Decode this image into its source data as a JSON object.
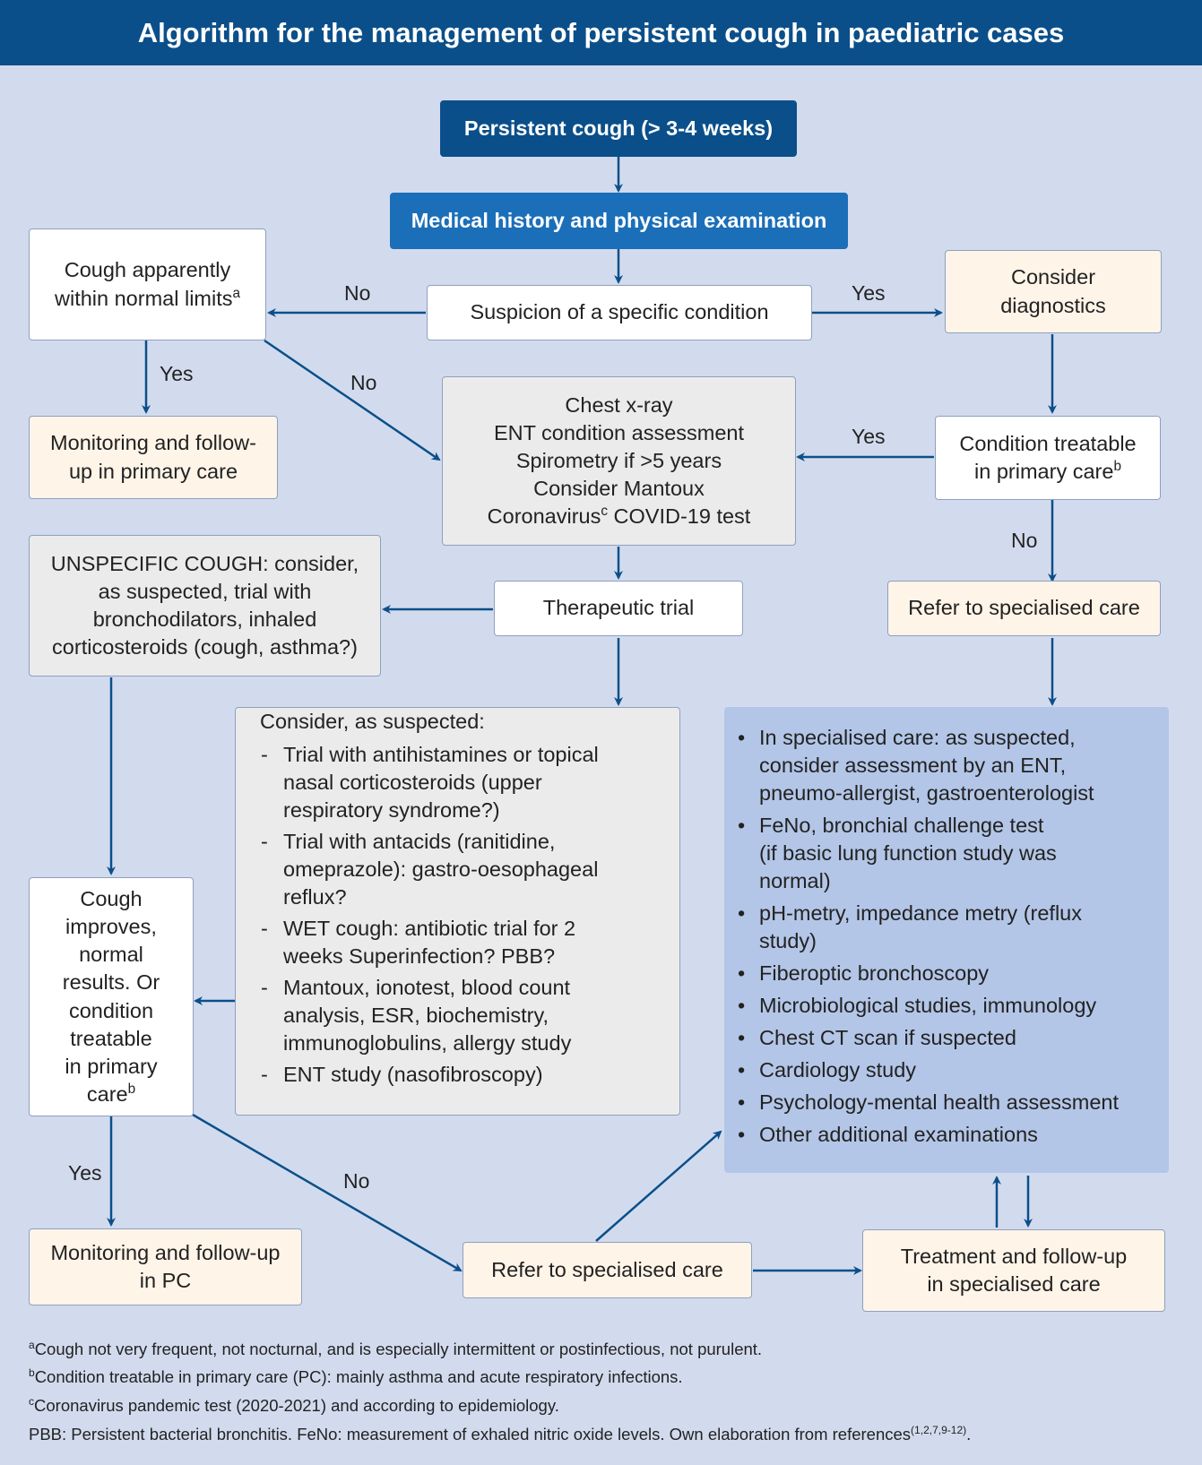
{
  "title": "Algorithm for the management of persistent cough in paediatric cases",
  "nodes": {
    "start": "Persistent cough (> 3-4 weeks)",
    "history": "Medical history and physical examination",
    "suspicion": "Suspicion of a specific condition",
    "normal_line1": "Cough apparently",
    "normal_line2": "within normal limits",
    "normal_sup": "a",
    "consider_diag_line1": "Consider",
    "consider_diag_line2": "diagnostics",
    "monitor_primary_line1": "Monitoring and follow-",
    "monitor_primary_line2": "up in primary care",
    "tests": [
      "Chest x-ray",
      "ENT condition assessment",
      "Spirometry if >5 years",
      "Consider Mantoux"
    ],
    "tests_covid_pre": "Coronavirus",
    "tests_covid_sup": "c",
    "tests_covid_post": " COVID-19 test",
    "treatable_line1": "Condition treatable",
    "treatable_line2": "in primary care",
    "treatable_sup": "b",
    "refer_top": "Refer to specialised care",
    "therapeutic": "Therapeutic trial",
    "unspecific_lines": [
      "UNSPECIFIC COUGH: consider,",
      "as suspected, trial with",
      "bronchodilators, inhaled",
      "corticosteroids (cough, asthma?)"
    ],
    "improves_lines": [
      "Cough",
      "improves,",
      "normal",
      "results. Or",
      "condition",
      "treatable",
      "in primary"
    ],
    "improves_last": "care",
    "improves_sup": "b",
    "monitor_pc_line1": "Monitoring and follow-up",
    "monitor_pc_line2": "in PC",
    "refer_bottom": "Refer to specialised care",
    "treatment_line1": "Treatment and follow-up",
    "treatment_line2": "in specialised care"
  },
  "consider_box": {
    "intro": "Consider, as suspected:",
    "items": [
      [
        "Trial with antihistamines or topical",
        "nasal corticosteroids (upper",
        "respiratory syndrome?)"
      ],
      [
        "Trial with antacids (ranitidine,",
        "omeprazole): gastro-oesophageal",
        "reflux?"
      ],
      [
        "WET cough: antibiotic trial for 2",
        "weeks Superinfection? PBB?"
      ],
      [
        "Mantoux, ionotest, blood count",
        "analysis, ESR, biochemistry,",
        "immunoglobulins, allergy study"
      ],
      [
        "ENT study (nasofibroscopy)"
      ]
    ]
  },
  "specialised_box": {
    "items": [
      [
        "In specialised care: as suspected,",
        "consider assessment by an ENT,",
        "pneumo-allergist, gastroenterologist"
      ],
      [
        "FeNo, bronchial challenge test",
        "(if basic lung function study was",
        "normal)"
      ],
      [
        "pH-metry, impedance metry (reflux",
        "study)"
      ],
      [
        "Fiberoptic bronchoscopy"
      ],
      [
        "Microbiological studies, immunology"
      ],
      [
        "Chest CT scan if suspected"
      ],
      [
        "Cardiology study"
      ],
      [
        "Psychology-mental health assessment"
      ],
      [
        "Other additional examinations"
      ]
    ]
  },
  "labels": {
    "no_left": "No",
    "yes_right": "Yes",
    "yes_normal": "Yes",
    "no_diag": "No",
    "yes_treatable": "Yes",
    "no_treatable": "No",
    "yes_bottom": "Yes",
    "no_bottom": "No"
  },
  "footnotes": {
    "a_sup": "a",
    "a_text": "Cough not very frequent, not nocturnal, and is especially intermittent or postinfectious, not purulent.",
    "b_sup": "b",
    "b_text": "Condition treatable in primary care (PC): mainly asthma and acute respiratory infections.",
    "c_sup": "c",
    "c_text": "Coronavirus pandemic test (2020-2021) and according to epidemiology.",
    "abbrev_text": "PBB: Persistent bacterial bronchitis. FeNo: measurement of exhaled nitric oxide levels. Own elaboration from references",
    "abbrev_sup": "(1,2,7,9-12)",
    "abbrev_end": "."
  },
  "colors": {
    "header": "#0b4f8a",
    "background": "#d2dbee",
    "start_box": "#0b4f8a",
    "history_box": "#1b6fb9",
    "cream": "#fff4e8",
    "grey": "#ebebeb",
    "specialised": "#b3c6e7",
    "arrow": "#0b4f8a"
  }
}
